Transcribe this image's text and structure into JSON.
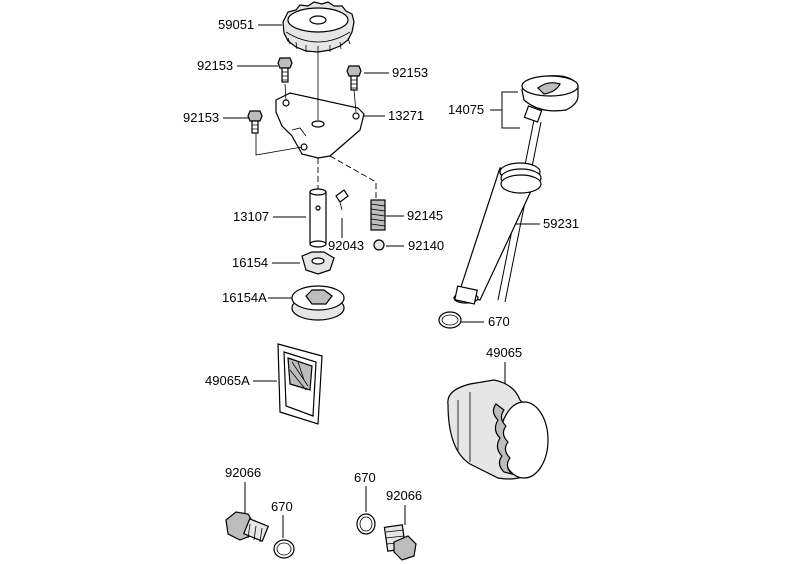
{
  "parts": [
    {
      "number": "59051"
    },
    {
      "number": "92153"
    },
    {
      "number": "92153"
    },
    {
      "number": "92153"
    },
    {
      "number": "13271"
    },
    {
      "number": "14075"
    },
    {
      "number": "13107"
    },
    {
      "number": "92043"
    },
    {
      "number": "92145"
    },
    {
      "number": "92140"
    },
    {
      "number": "59231"
    },
    {
      "number": "16154"
    },
    {
      "number": "16154A"
    },
    {
      "number": "670"
    },
    {
      "number": "49065"
    },
    {
      "number": "49065A"
    },
    {
      "number": "92066"
    },
    {
      "number": "670"
    },
    {
      "number": "670"
    },
    {
      "number": "92066"
    }
  ]
}
